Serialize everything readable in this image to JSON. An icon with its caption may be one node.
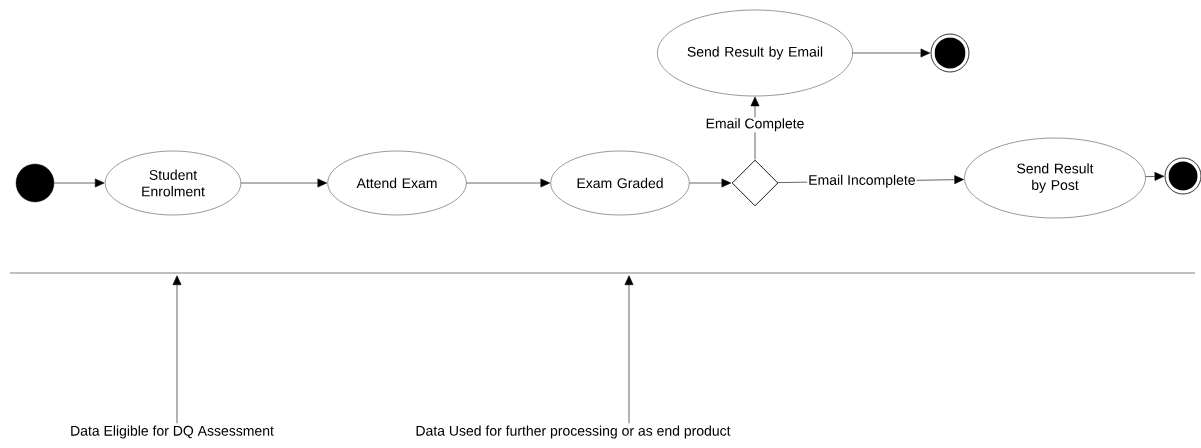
{
  "diagram": {
    "nodes": [
      {
        "text": [],
        "shape": "circle"
      },
      {
        "text": [
          "Student Enrolment"
        ]
      },
      {
        "text": [
          "Attend Exam"
        ]
      },
      {
        "text": [
          "Exam Graded"
        ]
      },
      {
        "text": [],
        "shape": "diamond"
      },
      {
        "text": [
          "Send Result by Email"
        ]
      },
      {
        "text": [],
        "shape": "bullseye"
      },
      {
        "text": [
          "Send Result by Post"
        ]
      },
      {
        "text": [],
        "shape": "bullseye"
      },
      {
        "text": [
          "Data Eligible for DQ Assessment"
        ]
      },
      {
        "text": [
          "Data Used for further processing or as end product"
        ]
      }
    ],
    "edges": [
      {
        "from": 0,
        "to": 1,
        "arrow": "to"
      },
      {
        "from": 1,
        "to": 2,
        "arrow": "to"
      },
      {
        "from": 2,
        "to": 3,
        "arrow": "to"
      },
      {
        "from": 3,
        "to": 4,
        "arrow": "to"
      },
      {
        "from": 4,
        "to": 5,
        "arrow": "to",
        "label": "Email Complete"
      },
      {
        "from": 5,
        "to": 6,
        "arrow": "to"
      },
      {
        "from": 4,
        "to": 7,
        "arrow": "to",
        "label": "Email Incomplete"
      },
      {
        "from": 7,
        "to": 8,
        "arrow": "to"
      },
      {
        "from": 9,
        "to": null,
        "arrow": "to"
      },
      {
        "from": 10,
        "to": null,
        "arrow": "to"
      }
    ]
  }
}
